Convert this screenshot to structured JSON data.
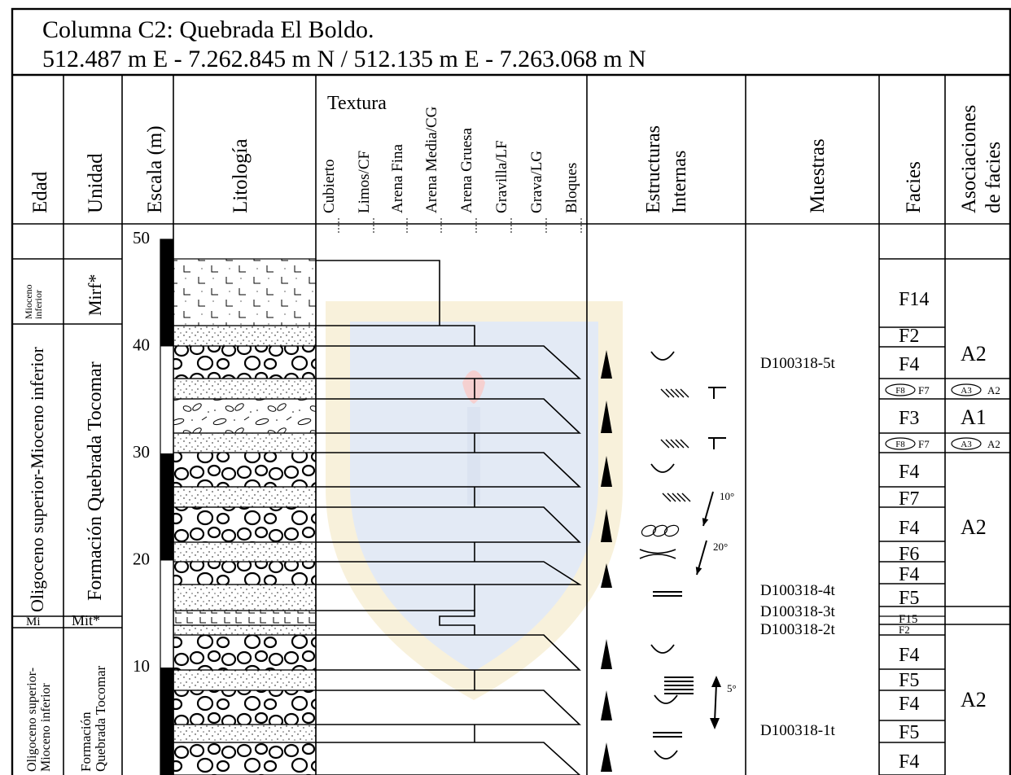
{
  "header": {
    "title": "Columna C2: Quebrada El Boldo.",
    "coords": "512.487 m E - 7.262.845 m N / 512.135 m E - 7.263.068 m N"
  },
  "columns": {
    "edad": "Edad",
    "unidad": "Unidad",
    "escala": "Escala (m)",
    "litologia": "Litología",
    "textura": "Textura",
    "textura_classes": [
      "Cubierto",
      "Limos/CF",
      "Arena Fina",
      "Arena Media/CG",
      "Arena Gruesa",
      "Gravilla/LF",
      "Grava/LG",
      "Bloques"
    ],
    "estructuras_1": "Estructuras",
    "estructuras_2": "Internas",
    "muestras": "Muestras",
    "facies": "Facies",
    "asociaciones_1": "Asociaciones",
    "asociaciones_2": "de facies"
  },
  "scale_ticks": [
    "50",
    "40",
    "30",
    "20",
    "10"
  ],
  "edad_labels": {
    "mioceno_1": "Mioceno",
    "mioceno_2": "inferior",
    "oligo_main": "Oligoceno superior-Mioceno inferior",
    "mi": "Mi",
    "oligo_low_1": "Oligoceno superior-",
    "oligo_low_2": "Mioceno inferior"
  },
  "unidad_labels": {
    "mirf": "Mirf*",
    "fqt_main": "Formación Quebrada Tocomar",
    "mit": "Mit*",
    "fqt_low_1": "Formación",
    "fqt_low_2": "Quebrada Tocomar"
  },
  "muestras": [
    "D100318-5t",
    "D100318-4t",
    "D100318-3t",
    "D100318-2t",
    "D100318-1t"
  ],
  "facies": [
    "F14",
    "F2",
    "F4",
    "F8",
    "F7",
    "F3",
    "F8",
    "F7",
    "F4",
    "F7",
    "F4",
    "F6",
    "F4",
    "F5",
    "F15",
    "F2",
    "F4",
    "F5",
    "F4",
    "F5",
    "F4"
  ],
  "asociaciones": [
    "A2",
    "A3",
    "A2",
    "A1",
    "A3",
    "A2",
    "A2",
    "A2"
  ],
  "angles": [
    "10°",
    "20°",
    "5°"
  ]
}
